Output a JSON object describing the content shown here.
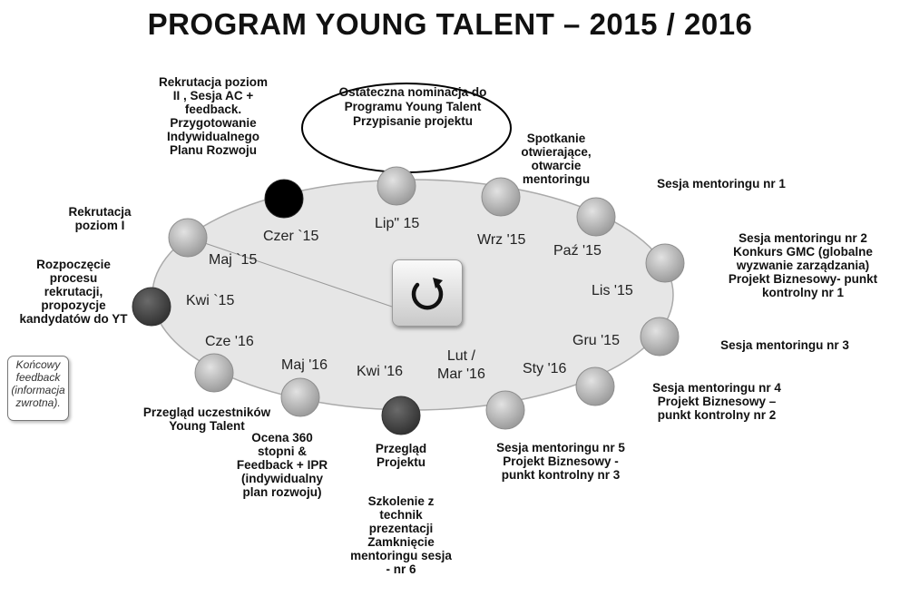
{
  "title": "PROGRAM YOUNG TALENT – 2015 / 2016",
  "nomination": "Ostateczna nominacja do\nProgramu Young Talent\nPrzypisanie projektu",
  "callout": "Końcowy\nfeedback\n(informacja\nzwrotna).",
  "months": {
    "kwi15": "Kwi `15",
    "maj15": "Maj `15",
    "czer15": "Czer `15",
    "lip15": "Lip\" 15",
    "wrz15": "Wrz '15",
    "paz15": "Paź '15",
    "lis15": "Lis '15",
    "gru15": "Gru '15",
    "sty16": "Sty '16",
    "lutmar16": "Lut /\nMar '16",
    "kwi16": "Kwi '16",
    "maj16": "Maj '16",
    "cze16": "Cze '16"
  },
  "descriptions": {
    "rekrutacja_ii": "Rekrutacja poziom\nII , Sesja  AC  +\nfeedback.\nPrzygotowanie\nIndywidualnego\nPlanu Rozwoju",
    "rekrutacja_i": "Rekrutacja\npoziom I",
    "rozpoczecie": "Rozpoczęcie\nprocesu\nrekrutacji,\npropozycje\nkandydatów do YT",
    "spotkanie": "Spotkanie\notwierające,\notwarcie\nmentoringu",
    "sesja1": "Sesja mentoringu nr 1",
    "sesja2": "Sesja mentoringu nr 2\nKonkurs GMC (globalne\nwyzwanie zarządzania)\nProjekt Biznesowy- punkt\nkontrolny nr 1",
    "sesja3": "Sesja mentoringu nr 3",
    "sesja4": "Sesja mentoringu nr 4\nProjekt Biznesowy –\npunkt kontrolny nr  2",
    "sesja5": "Sesja mentoringu nr 5\nProjekt Biznesowy -\npunkt kontrolny nr  3",
    "przeglad_projektu": "Przegląd\nProjektu",
    "szkolenie": "Szkolenie z\ntechnik\nprezentacji\nZamknięcie\nmentoringu sesja\n-  nr 6",
    "ocena360": "Ocena 360\nstopni &\nFeedback + IPR\n(indywidualny\nplan rozwoju)",
    "przeglad_uczestnikow": "Przegląd uczestników\nYoung Talent"
  },
  "colors": {
    "ellipse_fill": "#e6e6e6",
    "node_grey": "#b3b3b3",
    "node_black": "#000000",
    "node_dark": "#4a4a4a"
  }
}
